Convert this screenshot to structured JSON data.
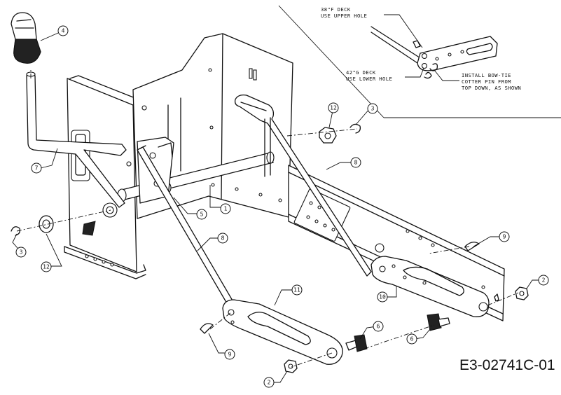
{
  "notes": {
    "deck38_line1": "38\"F DECK",
    "deck38_line2": "USE UPPER HOLE",
    "deck42_line1": "42\"G DECK",
    "deck42_line2": "USE LOWER HOLE",
    "bowtie_line1": "INSTALL BOW-TIE",
    "bowtie_line2": "COTTER PIN FROM",
    "bowtie_line3": "TOP DOWN, AS SHOWN"
  },
  "drawing_code": "E3-02741C-01",
  "callouts": [
    "4",
    "7",
    "12",
    "3",
    "12",
    "3",
    "8",
    "8",
    "1",
    "5",
    "11",
    "9",
    "6",
    "2",
    "6",
    "10",
    "9",
    "2"
  ]
}
